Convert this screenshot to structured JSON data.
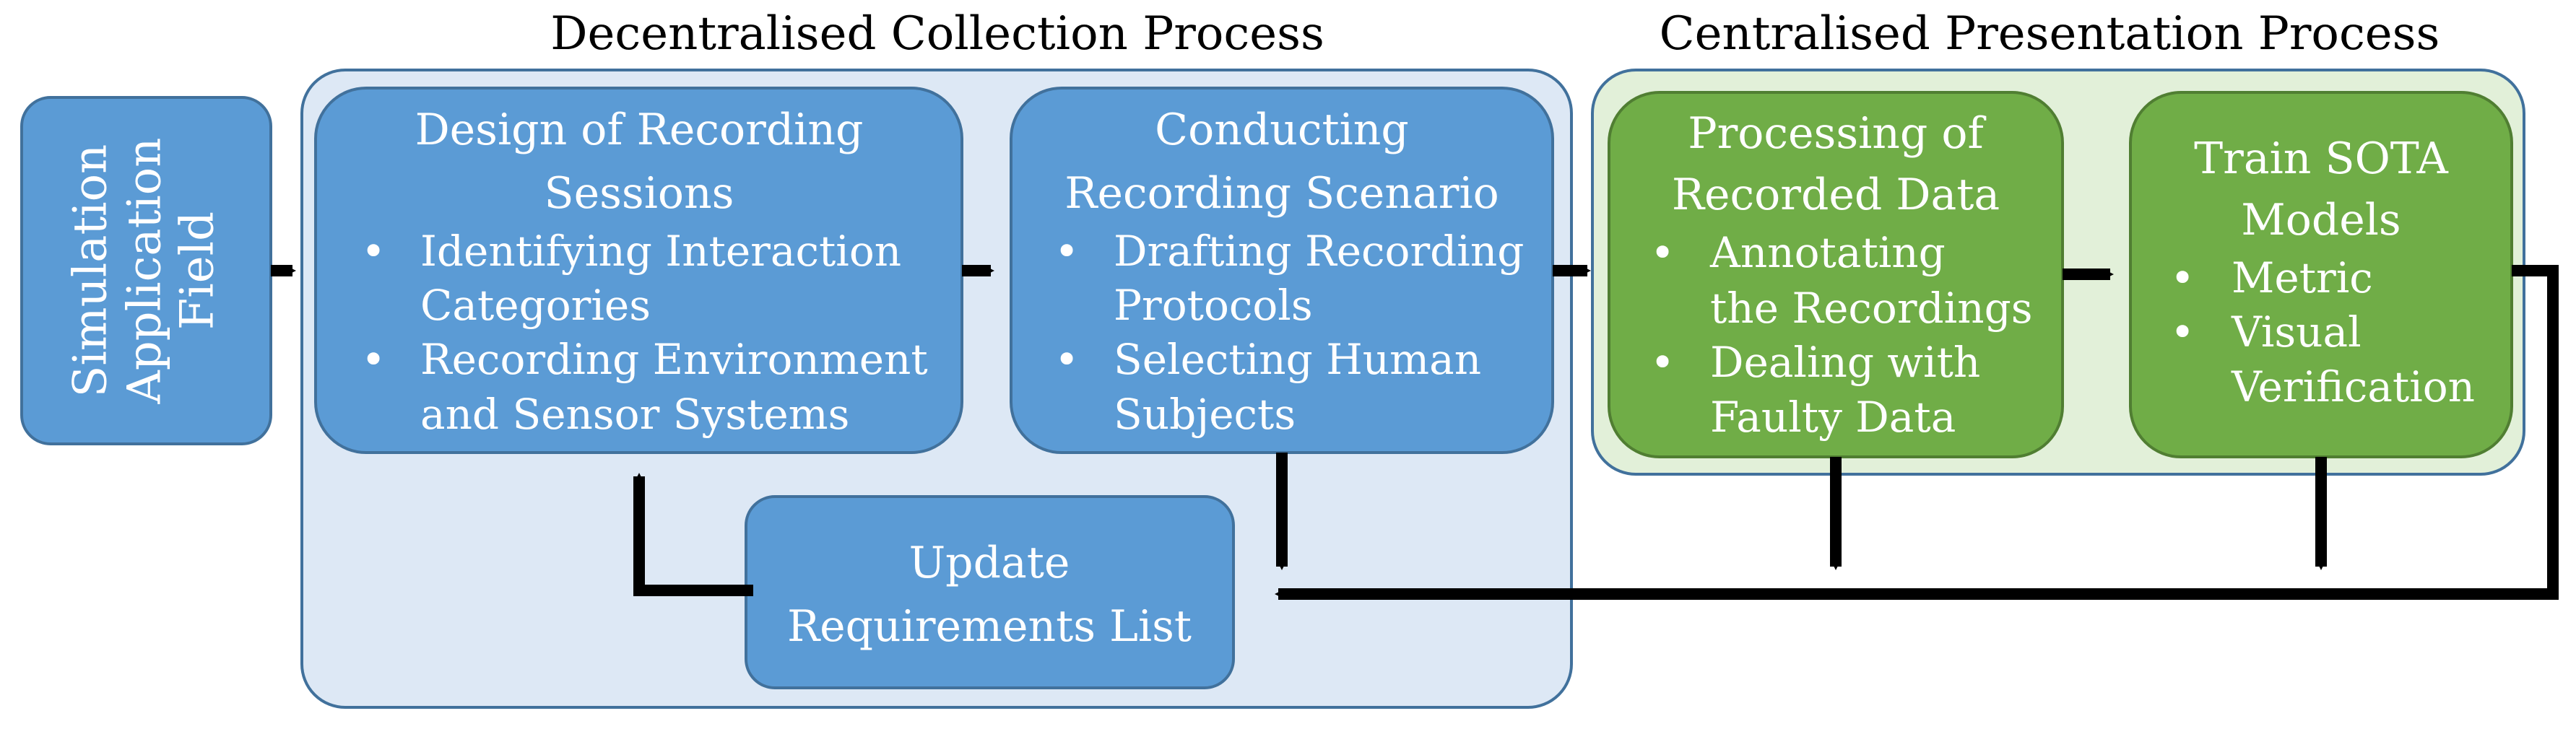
{
  "sections": {
    "decentralised": "Decentralised Collection Process",
    "centralised": "Centralised Presentation Process"
  },
  "boxes": {
    "simulation": {
      "lines": [
        "Simulation",
        "Application",
        "Field"
      ]
    },
    "design": {
      "title": [
        "Design of Recording",
        "Sessions"
      ],
      "bullets": [
        [
          "Identifying Interaction",
          "Categories"
        ],
        [
          "Recording Environment",
          "and Sensor Systems"
        ]
      ]
    },
    "conducting": {
      "title": [
        "Conducting",
        "Recording Scenario"
      ],
      "bullets": [
        [
          "Drafting Recording",
          "Protocols"
        ],
        [
          "Selecting Human",
          "Subjects"
        ]
      ]
    },
    "update": {
      "title": [
        "Update",
        "Requirements List"
      ]
    },
    "processing": {
      "title": [
        "Processing of",
        "Recorded Data"
      ],
      "bullets": [
        [
          "Annotating",
          "the Recordings"
        ],
        [
          "Dealing with",
          "Faulty Data"
        ]
      ]
    },
    "train": {
      "title": [
        "Train SOTA",
        "Models"
      ],
      "bullets": [
        [
          "Metric"
        ],
        [
          "Visual",
          "Verification"
        ]
      ]
    }
  },
  "bullet_glyph": "•",
  "colors": {
    "blue_box": "#5b9bd5",
    "blue_border": "#41719c",
    "blue_panel": "#dde8f5",
    "green_box": "#70ad47",
    "green_border": "#507e32",
    "green_panel": "#e2f0d9",
    "arrow": "#000000"
  }
}
